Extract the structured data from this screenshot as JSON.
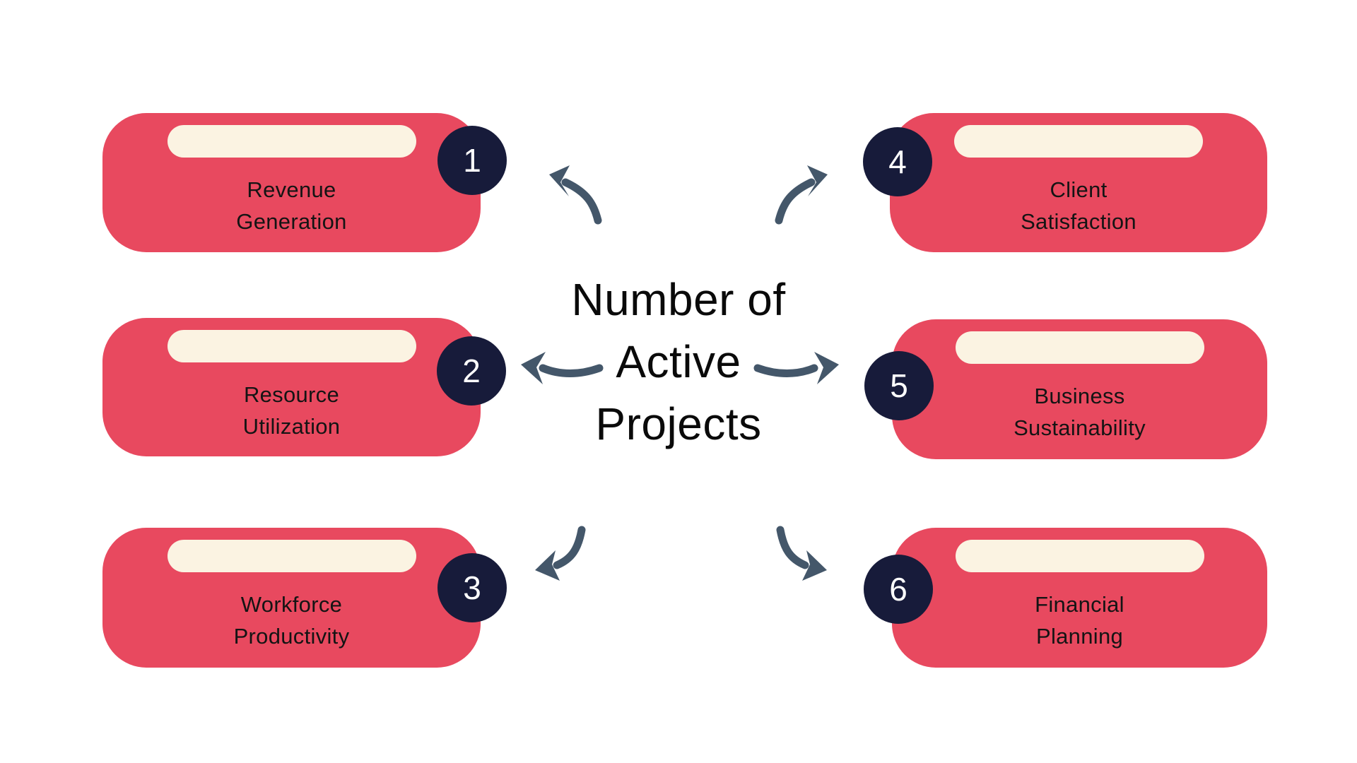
{
  "diagram": {
    "title": {
      "full": "Number of Active Projects",
      "lines": [
        "Number of",
        "Active",
        "Projects"
      ]
    }
  },
  "cards": [
    {
      "number": "1",
      "label": "Revenue Generation",
      "lines": [
        "Revenue",
        "Generation"
      ]
    },
    {
      "number": "2",
      "label": "Resource Utilization",
      "lines": [
        "Resource",
        "Utilization"
      ]
    },
    {
      "number": "3",
      "label": "Workforce Productivity",
      "lines": [
        "Workforce",
        "Productivity"
      ]
    },
    {
      "number": "4",
      "label": "Client Satisfaction",
      "lines": [
        "Client",
        "Satisfaction"
      ]
    },
    {
      "number": "5",
      "label": "Business Sustainability",
      "lines": [
        "Business",
        "Sustainability"
      ]
    },
    {
      "number": "6",
      "label": "Financial Planning",
      "lines": [
        "Financial",
        "Planning"
      ]
    }
  ],
  "arrows": [
    {
      "icon": "curved-arrow-up-left",
      "points_to": "1"
    },
    {
      "icon": "arrow-left",
      "points_to": "2"
    },
    {
      "icon": "curved-arrow-down-left",
      "points_to": "3"
    },
    {
      "icon": "curved-arrow-up-right",
      "points_to": "4"
    },
    {
      "icon": "arrow-right",
      "points_to": "5"
    },
    {
      "icon": "curved-arrow-down-right",
      "points_to": "6"
    }
  ],
  "colors": {
    "background": "#FFFFFF",
    "card_fill": "#E8495F",
    "pill_fill": "#FBF3E2",
    "badge_fill": "#171B3A",
    "badge_text": "#FFFFFF",
    "arrow": "#44576A",
    "title_text": "#0A0A0A",
    "card_text": "#141414"
  }
}
